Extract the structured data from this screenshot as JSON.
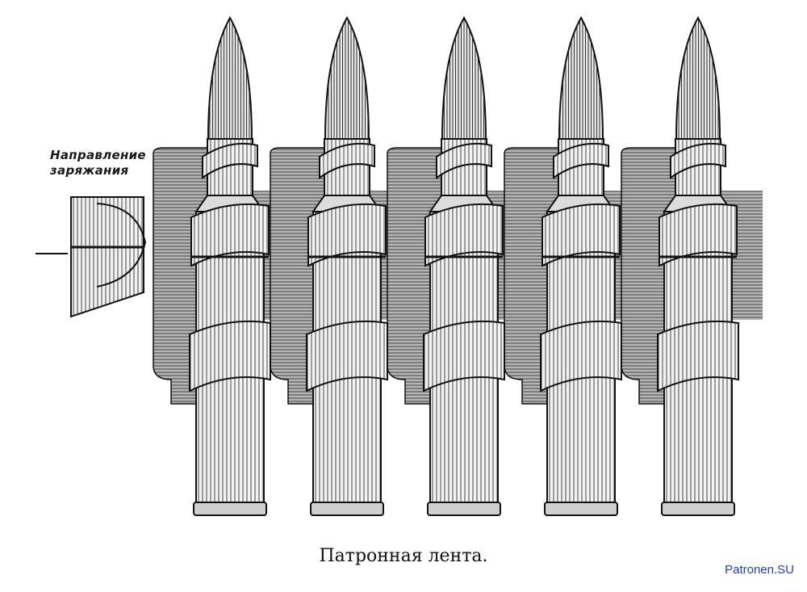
{
  "diagram": {
    "caption": "Патронная лента.",
    "direction_label_line1": "Направление",
    "direction_label_line2": "заряжания",
    "watermark": "Patronen.SU",
    "cartridge_count": 5,
    "colors": {
      "ink": "#111111",
      "belt_fill": "#8f8f8f",
      "metal_fill": "#eaeaea",
      "paper": "#ffffff",
      "watermark": "#1f3fbf"
    }
  }
}
